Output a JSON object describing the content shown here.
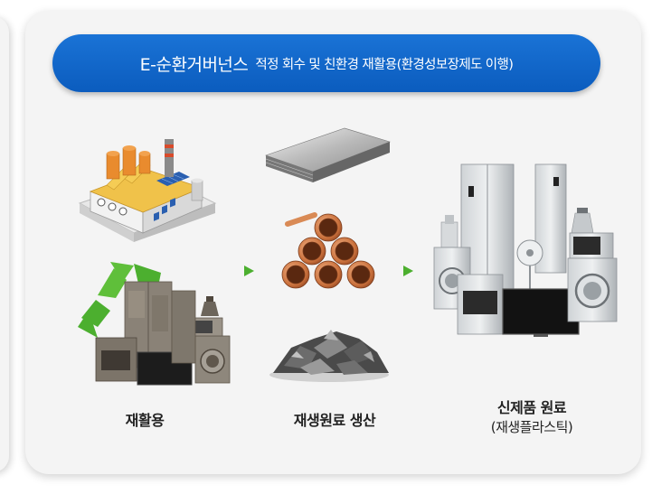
{
  "banner": {
    "title": "E-순환거버넌스",
    "subtitle": "적정 회수 및 친환경 재활용(환경성보장제도 이행)"
  },
  "stages": {
    "recycle": {
      "label": "재활용"
    },
    "materials": {
      "label": "재생원료 생산"
    },
    "products": {
      "label": "신제품 원료",
      "sublabel": "(재생플라스틱)"
    }
  },
  "colors": {
    "banner_blue": "#0b5cbe",
    "arrow_green": "#4caf2f",
    "card_bg": "#f4f4f4"
  }
}
